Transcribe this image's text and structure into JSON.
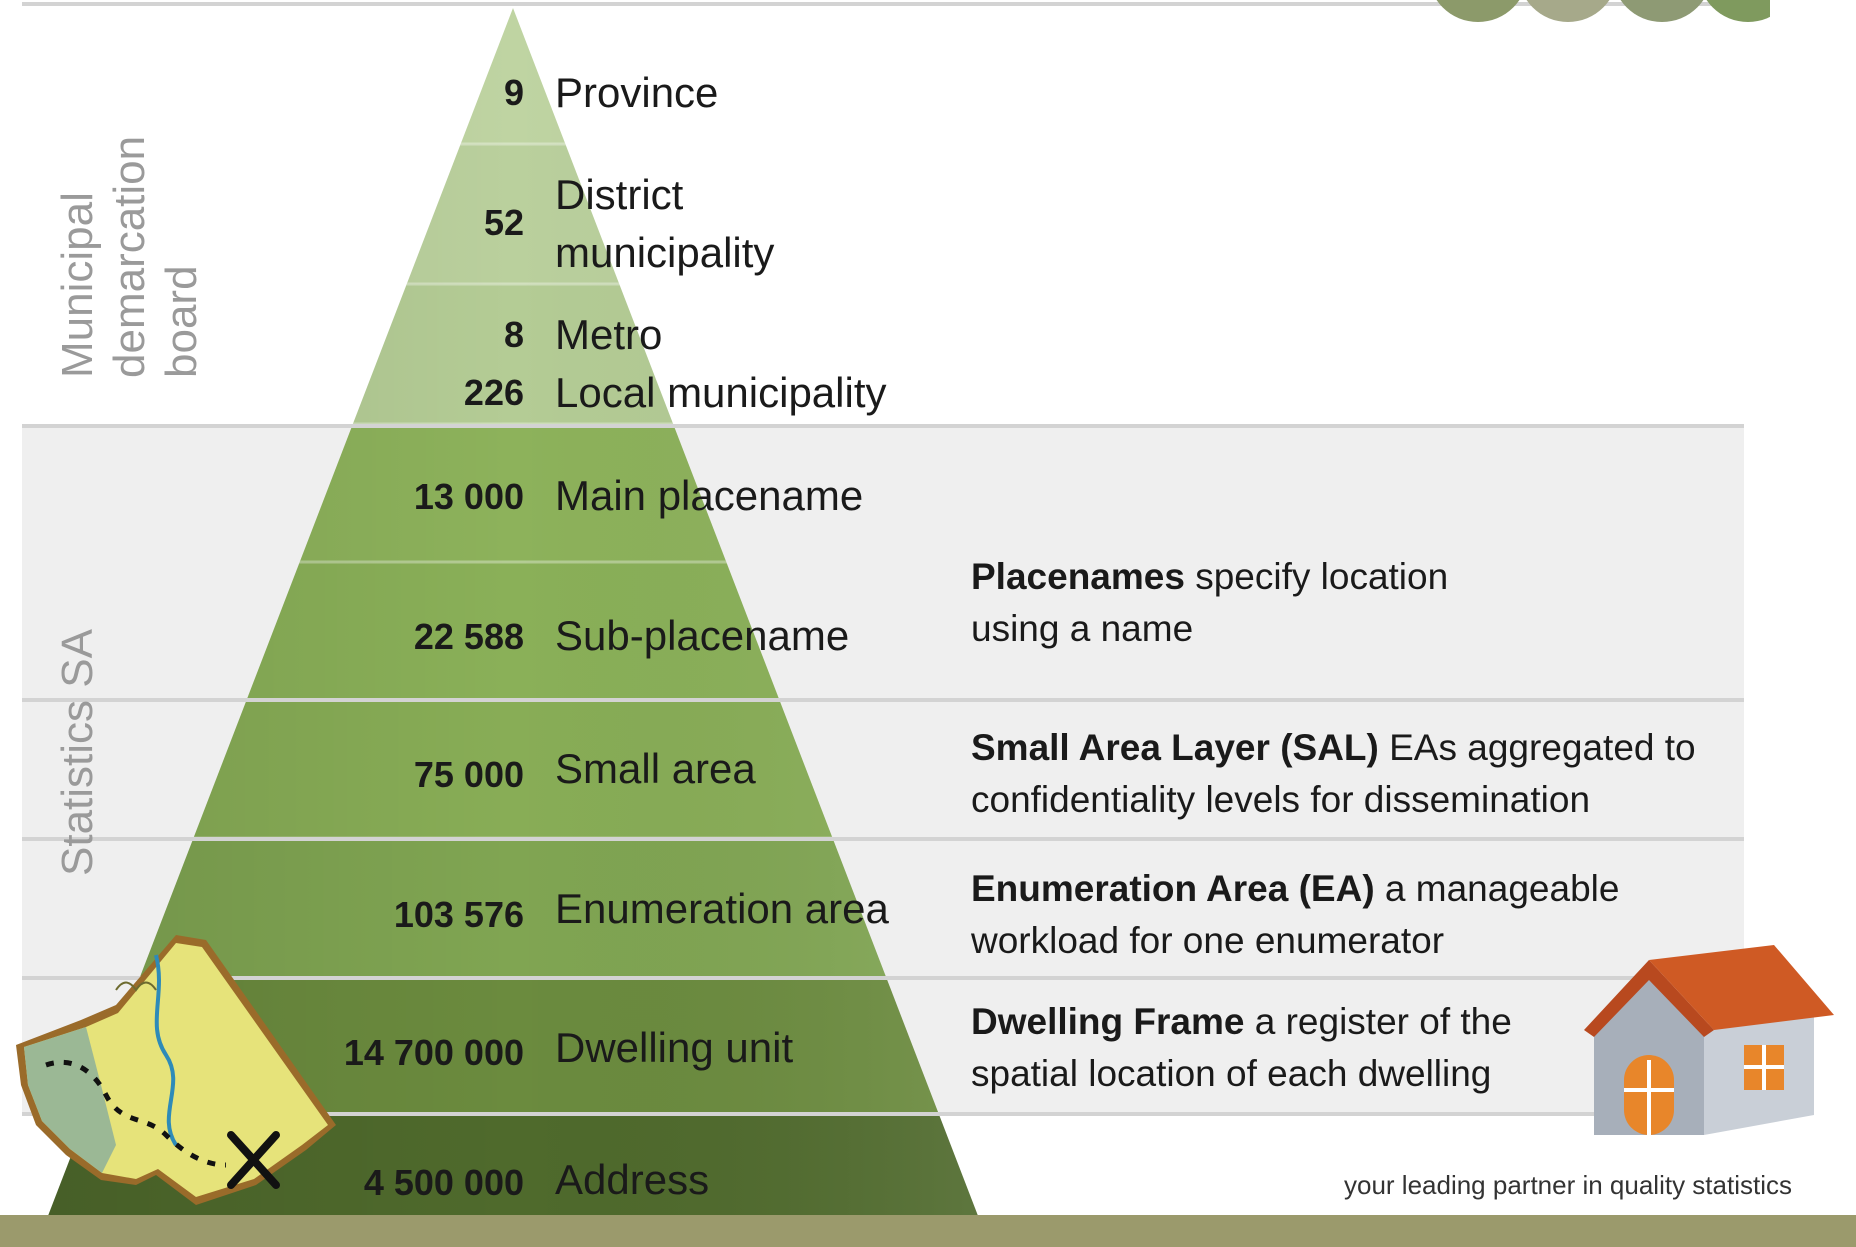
{
  "sections": {
    "top_label": "Municipal\ndemarcation\nboard",
    "bottom_label": "Statistics SA"
  },
  "levels": [
    {
      "count": "9",
      "name": "Province",
      "color": "#bfd4a2"
    },
    {
      "count": "52",
      "name": "District\nmunicipality",
      "color": "#bad09d"
    },
    {
      "count": "8",
      "name": "Metro",
      "color": "#b4cc95"
    },
    {
      "count": "226",
      "name": "Local municipality",
      "color": "#b4cc95"
    },
    {
      "count": "13 000",
      "name": "Main placename",
      "color": "#8db25b"
    },
    {
      "count": "22 588",
      "name": "Sub-placename",
      "color": "#8ab058"
    },
    {
      "count": "75 000",
      "name": "Small area",
      "color": "#88ad56"
    },
    {
      "count": "103 576",
      "name": "Enumeration area",
      "color": "#80a552"
    },
    {
      "count": "14 700 000",
      "name": "Dwelling unit",
      "color": "#6b8b3e"
    },
    {
      "count": "4 500 000",
      "name": "Address",
      "color": "#4f6a2c"
    }
  ],
  "descriptions": [
    {
      "bold": "Placenames",
      "rest": " specify location\nusing a name"
    },
    {
      "bold": "Small Area Layer (SAL)",
      "rest": " EAs aggregated to\nconfidentiality levels for dissemination"
    },
    {
      "bold": "Enumeration Area (EA)",
      "rest": " a manageable\nworkload for one enumerator"
    },
    {
      "bold": "Dwelling Frame",
      "rest": " a register of the\nspatial location of each dwelling"
    }
  ],
  "footer": {
    "tagline": "your leading partner in quality statistics"
  },
  "colors": {
    "band_gray": "#efefef",
    "divider": "#d3d3d3",
    "bottom_bar": "#9b9a6c"
  }
}
